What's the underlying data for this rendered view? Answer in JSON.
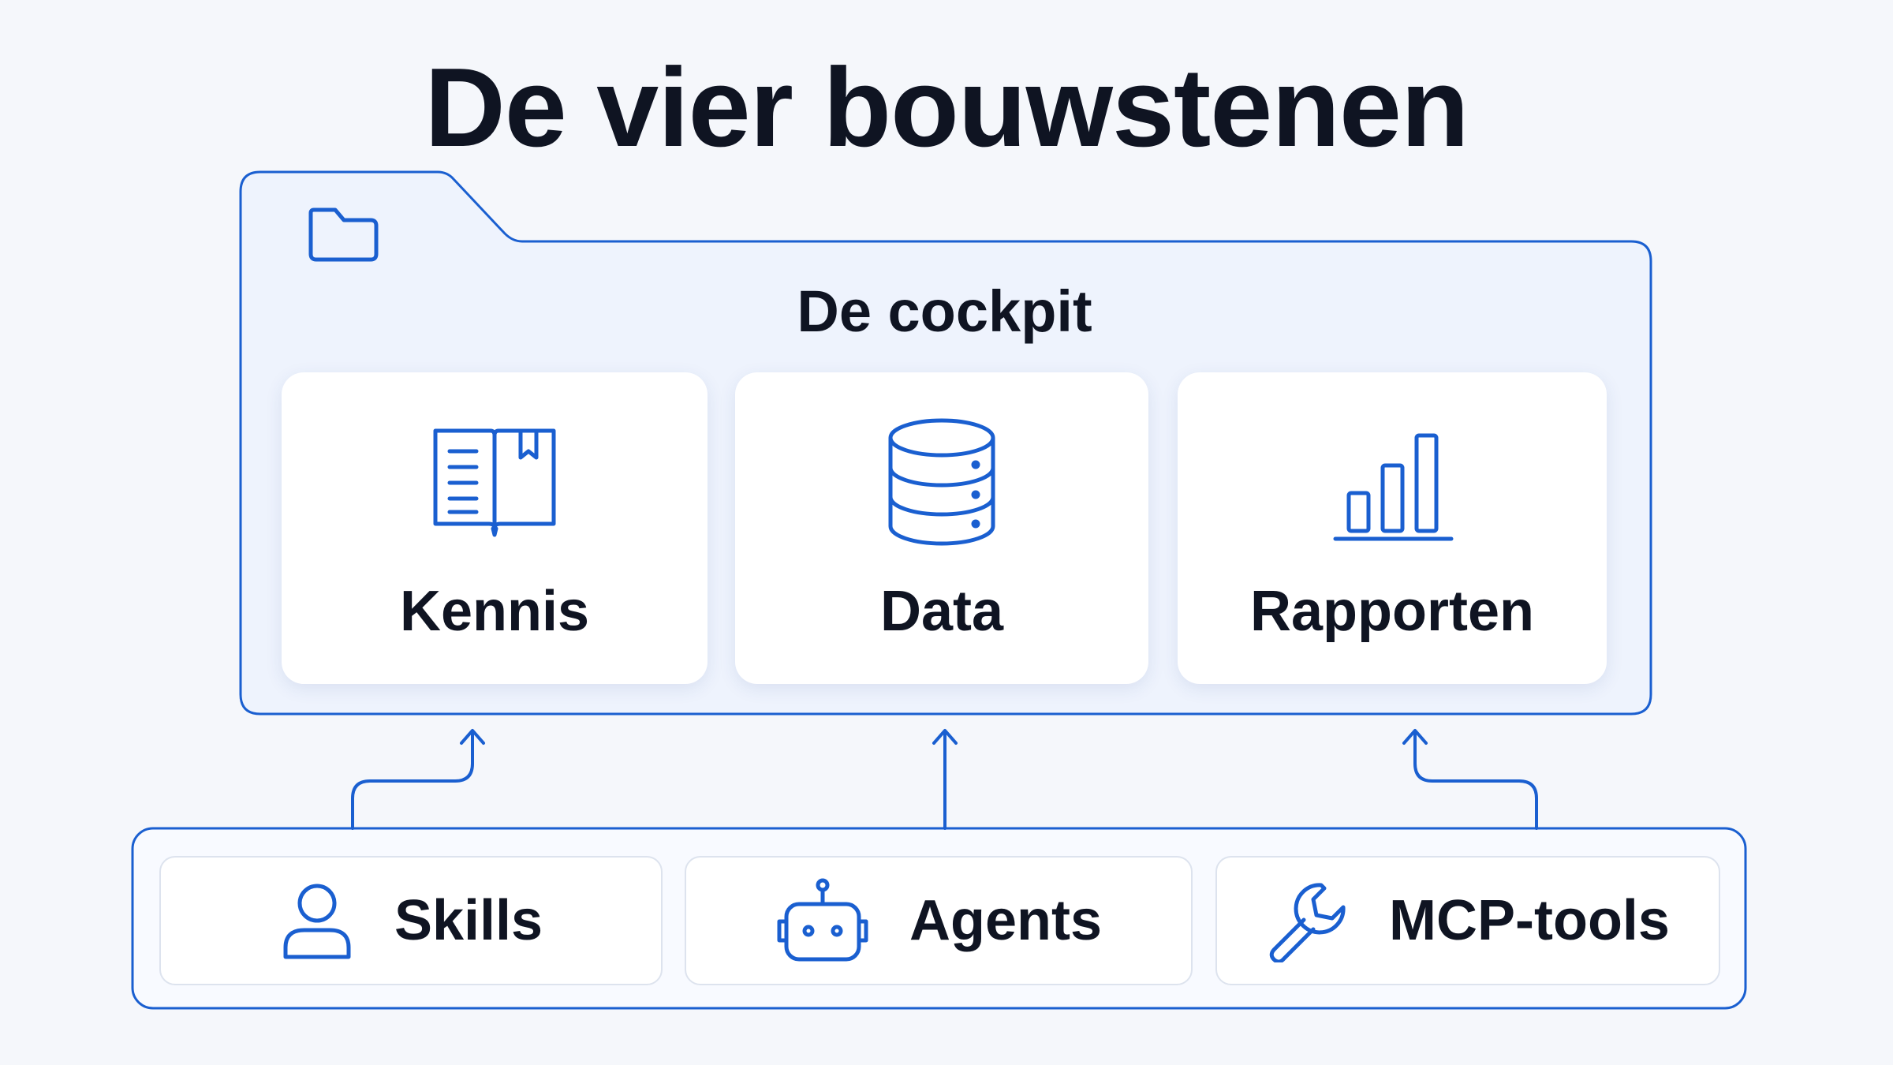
{
  "title": "De vier bouwstenen",
  "cockpit": {
    "title": "De cockpit",
    "folder_icon": "folder-icon",
    "cards": [
      {
        "label": "Kennis",
        "icon": "book-icon"
      },
      {
        "label": "Data",
        "icon": "database-icon"
      },
      {
        "label": "Rapporten",
        "icon": "bar-chart-icon"
      }
    ]
  },
  "building_blocks": [
    {
      "label": "Skills",
      "icon": "user-icon"
    },
    {
      "label": "Agents",
      "icon": "robot-icon"
    },
    {
      "label": "MCP-tools",
      "icon": "wrench-icon"
    }
  ],
  "colors": {
    "accent": "#1a5fd0",
    "background": "#f5f7fb",
    "folder_fill": "#eef3fd",
    "text": "#0f1422"
  }
}
